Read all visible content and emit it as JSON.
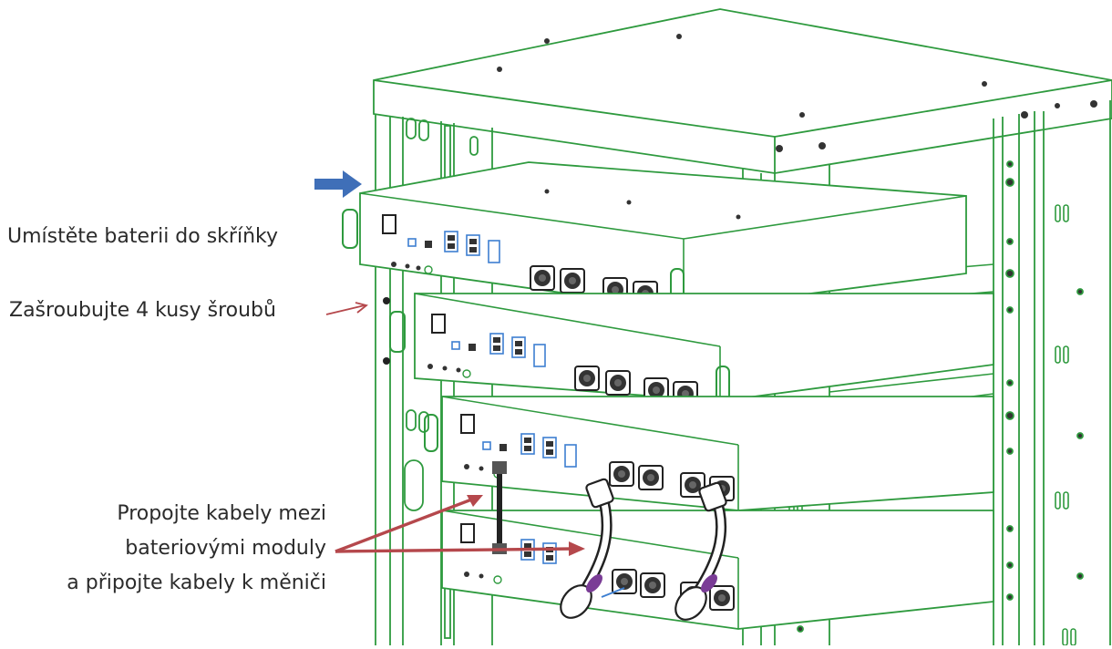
{
  "labels": {
    "place_battery": "Umístěte baterii do skříňky",
    "screws": "Zašroubujte 4 kusy šroubů",
    "connect_line1": "Propojte kabely mezi",
    "connect_line2": "bateriovými moduly",
    "connect_line3": "a připojte kabely k měniči"
  },
  "colors": {
    "line_art": "#2e9a3e",
    "dark_parts": "#222222",
    "port_accent": "#3d7fd1",
    "insert_arrow": "#3f6fb8",
    "pointer_arrow": "#b5484c",
    "text": "#2b2b2b"
  }
}
